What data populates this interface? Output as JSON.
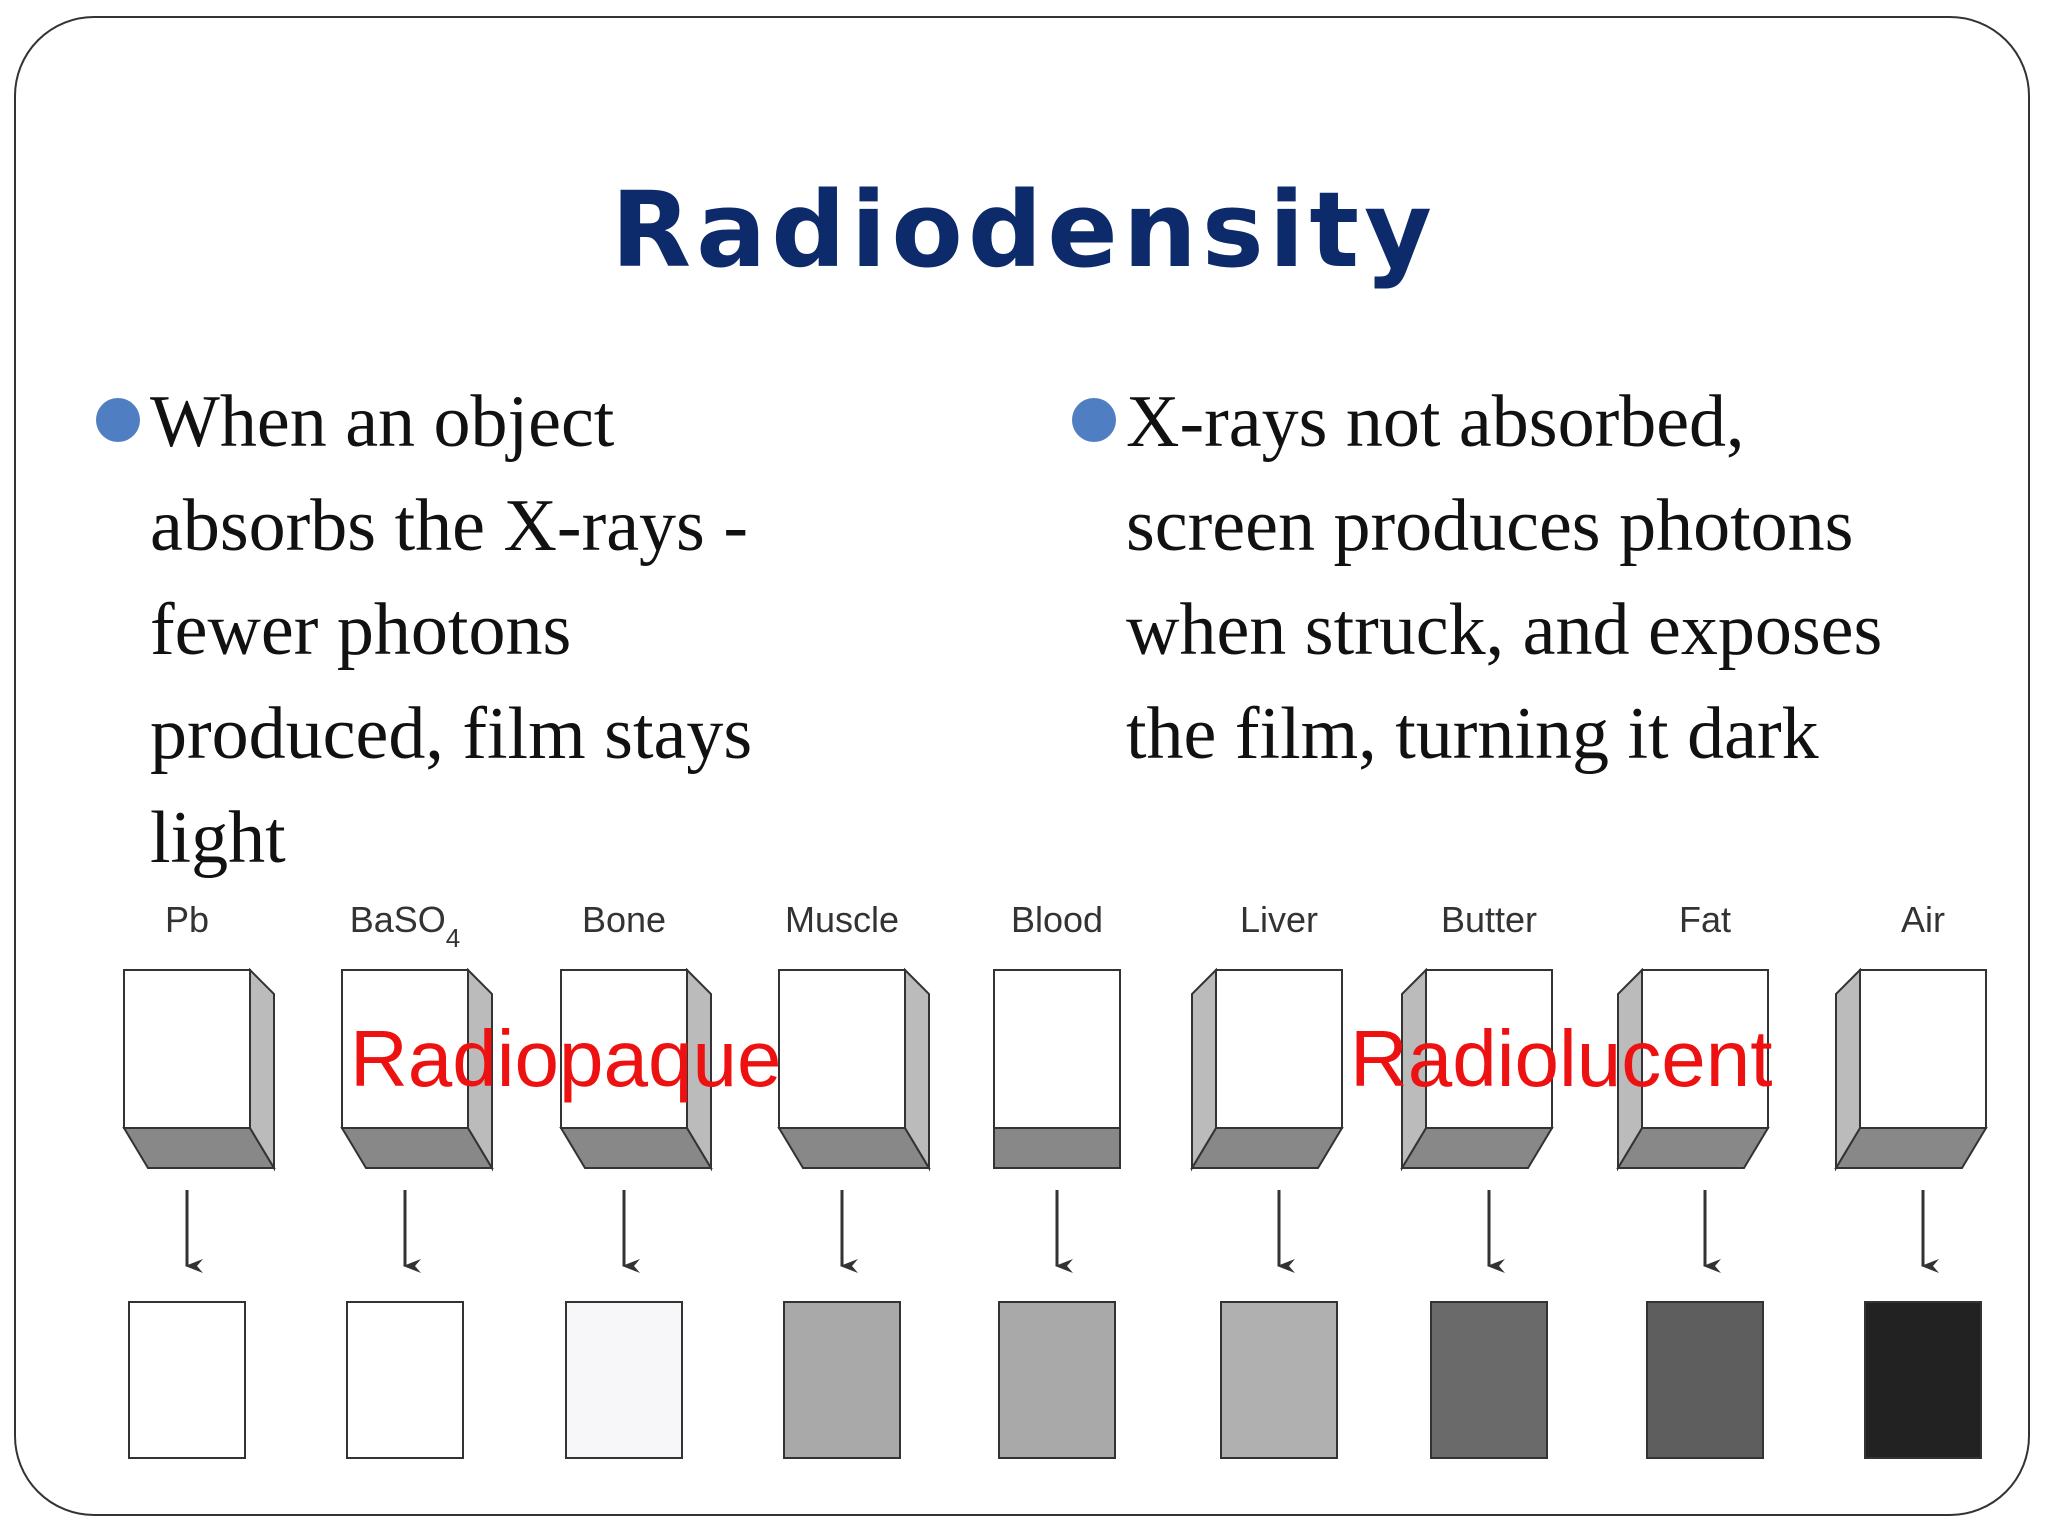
{
  "title": "Radiodensity",
  "bullets": [
    {
      "lines": [
        "When an object",
        "absorbs the X-rays -",
        "fewer photons",
        "produced, film stays",
        "light"
      ]
    },
    {
      "lines": [
        "X-rays not absorbed,",
        "screen produces photons",
        "when struck, and exposes",
        "the film, turning it dark"
      ]
    }
  ],
  "materials": [
    {
      "name": "Pb",
      "film": "#ffffff"
    },
    {
      "name": "BaSO",
      "subscript": "4",
      "film": "#ffffff"
    },
    {
      "name": "Bone",
      "film": "#f7f7f9"
    },
    {
      "name": "Muscle",
      "film": "#a9a9a9"
    },
    {
      "name": "Blood",
      "film": "#a9a9a9"
    },
    {
      "name": "Liver",
      "film": "#b0b0b0"
    },
    {
      "name": "Butter",
      "film": "#6a6a6a"
    },
    {
      "name": "Fat",
      "film": "#5e5e5e"
    },
    {
      "name": "Air",
      "film": "#222222"
    }
  ],
  "labels": {
    "radiopaque": "Radiopaque",
    "radiolucent": "Radiolucent"
  },
  "colors": {
    "title": "#0d2b6b",
    "bullet": "#4f7fc2",
    "emphasis": "#ee1111"
  }
}
